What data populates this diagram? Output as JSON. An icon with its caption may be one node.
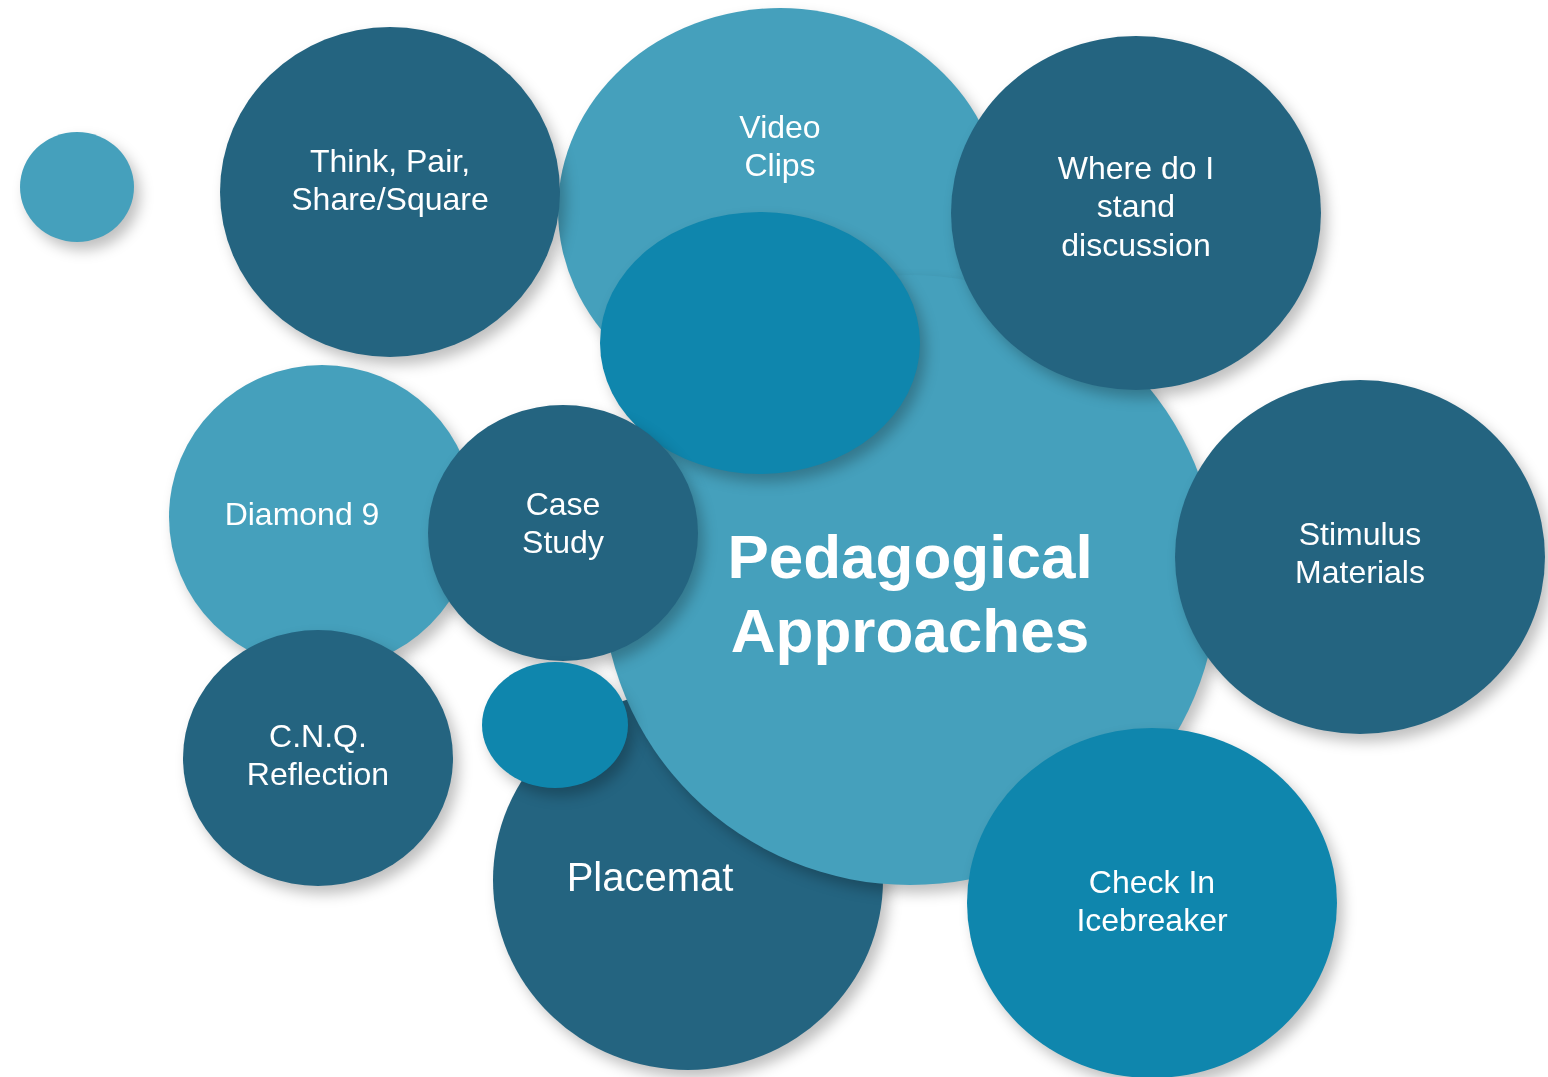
{
  "diagram": {
    "nodes": [
      {
        "text": [],
        "shape": "circle"
      },
      {
        "text": [
          "Think, Pair, Share/Square"
        ]
      },
      {
        "text": [
          "Video Clips"
        ]
      },
      {
        "text": [
          "Where do I stand discussion"
        ]
      },
      {
        "text": [],
        "shape": "circle"
      },
      {
        "text": [
          "Diamond 9"
        ]
      },
      {
        "text": [
          "Case Study"
        ]
      },
      {
        "text": [
          "Pedagogical Approaches"
        ]
      },
      {
        "text": [
          "Stimulus Materials"
        ]
      },
      {
        "text": [
          "C.N.Q. Reflection"
        ]
      },
      {
        "text": [],
        "shape": "circle"
      },
      {
        "text": [
          "Placemat"
        ]
      },
      {
        "text": [
          "Check In Icebreaker"
        ]
      }
    ]
  }
}
